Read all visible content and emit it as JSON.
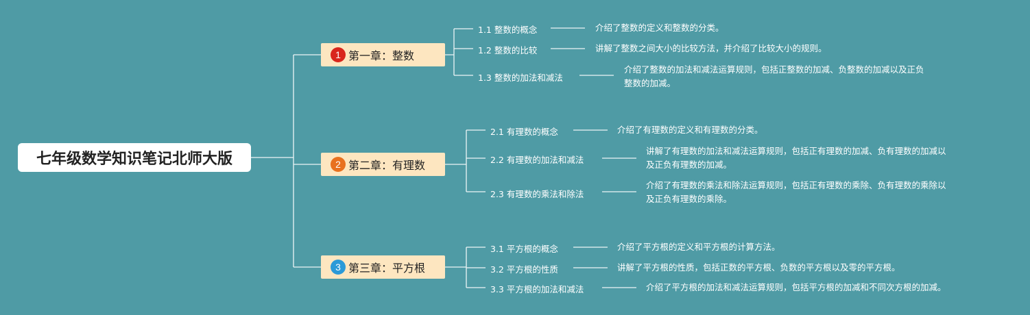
{
  "root": {
    "title": "七年级数学知识笔记北师大版"
  },
  "chapters": [
    {
      "badge": "1",
      "badge_color": "#d9261c",
      "title": "第一章：整数",
      "sections": [
        {
          "label": "1.1 整数的概念",
          "desc": "介绍了整数的定义和整数的分类。"
        },
        {
          "label": "1.2 整数的比较",
          "desc": "讲解了整数之间大小的比较方法，并介绍了比较大小的规则。"
        },
        {
          "label": "1.3 整数的加法和减法",
          "desc_lines": [
            "介绍了整数的加法和减法运算规则，包括正整数的加减、负整数的加减以及正负",
            "整数的加减。"
          ]
        }
      ]
    },
    {
      "badge": "2",
      "badge_color": "#e8711f",
      "title": "第二章：有理数",
      "sections": [
        {
          "label": "2.1 有理数的概念",
          "desc": "介绍了有理数的定义和有理数的分类。"
        },
        {
          "label": "2.2 有理数的加法和减法",
          "desc_lines": [
            "讲解了有理数的加法和减法运算规则，包括正有理数的加减、负有理数的加减以",
            "及正负有理数的加减。"
          ]
        },
        {
          "label": "2.3 有理数的乘法和除法",
          "desc_lines": [
            "介绍了有理数的乘法和除法运算规则，包括正有理数的乘除、负有理数的乘除以",
            "及正负有理数的乘除。"
          ]
        }
      ]
    },
    {
      "badge": "3",
      "badge_color": "#2b9ad8",
      "title": "第三章：平方根",
      "sections": [
        {
          "label": "3.1 平方根的概念",
          "desc": "介绍了平方根的定义和平方根的计算方法。"
        },
        {
          "label": "3.2 平方根的性质",
          "desc": "讲解了平方根的性质，包括正数的平方根、负数的平方根以及零的平方根。"
        },
        {
          "label": "3.3 平方根的加法和减法",
          "desc": "介绍了平方根的加法和减法运算规则，包括平方根的加减和不同次方根的加减。"
        }
      ]
    }
  ]
}
